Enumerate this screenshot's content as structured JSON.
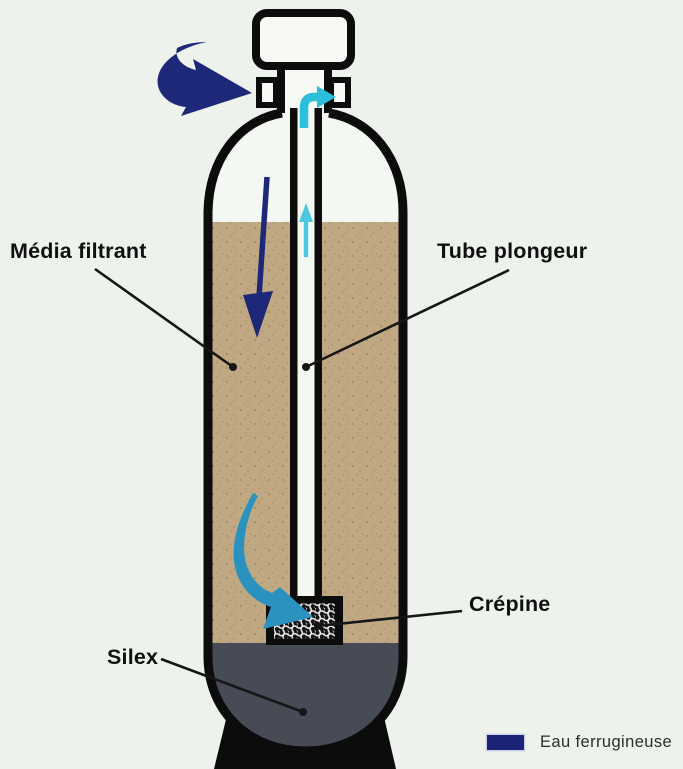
{
  "labels": {
    "media_filtrant": "Média filtrant",
    "tube_plongeur": "Tube plongeur",
    "crepine": "Crépine",
    "silex": "Silex"
  },
  "legend": {
    "items": [
      {
        "label": "Eau ferrugineuse",
        "swatch_color": "#1b2376"
      }
    ]
  },
  "colors": {
    "background": "#edf3ec",
    "outline": "#0c0c0c",
    "tank_interior": "#f4f8f2",
    "filter_media": "#c0a982",
    "silex_bed": "#474b56",
    "navy_arrow": "#1e2878",
    "teal_arrow": "#2b92c0",
    "cyan_arrow": "#4cc7e0"
  },
  "icons": [
    "inflow-curved-arrow-icon",
    "downflow-arrow-icon",
    "upflow-arrow-icon",
    "outflow-elbow-arrow-icon",
    "backwash-curved-arrow-icon"
  ]
}
